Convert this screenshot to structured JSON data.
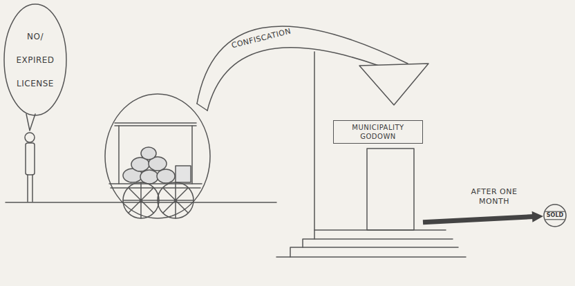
{
  "diagram": {
    "nodes": [
      {
        "text": [
          "NO/ EXPIRED LICENSE"
        ]
      },
      {
        "text": [
          "MUNICIPALITY GODOWN"
        ]
      },
      {
        "text": [
          "SOLD"
        ]
      }
    ],
    "edges": [
      {
        "from": 1,
        "to": 2,
        "arrow": "to",
        "label": "AFTER ONE MONTH"
      }
    ],
    "labels": [
      "CONFISCATION"
    ]
  }
}
